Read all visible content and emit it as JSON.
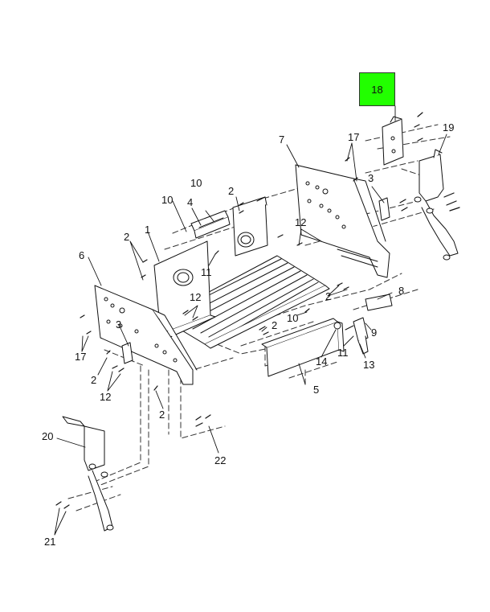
{
  "highlight": {
    "part": "18",
    "color": "#22ff00"
  },
  "callouts": {
    "c1": "1",
    "c2a": "2",
    "c2b": "2",
    "c2c": "2",
    "c2d": "2",
    "c2e": "2",
    "c2f": "2",
    "c3a": "3",
    "c3b": "3",
    "c4": "4",
    "c5": "5",
    "c6": "6",
    "c7": "7",
    "c8": "8",
    "c9": "9",
    "c10a": "10",
    "c10b": "10",
    "c10c": "10",
    "c11a": "11",
    "c11b": "11",
    "c12a": "12",
    "c12b": "12",
    "c12c": "12",
    "c13": "13",
    "c14": "14",
    "c17a": "17",
    "c17b": "17",
    "c19": "19",
    "c20": "20",
    "c21": "21",
    "c22": "22"
  }
}
